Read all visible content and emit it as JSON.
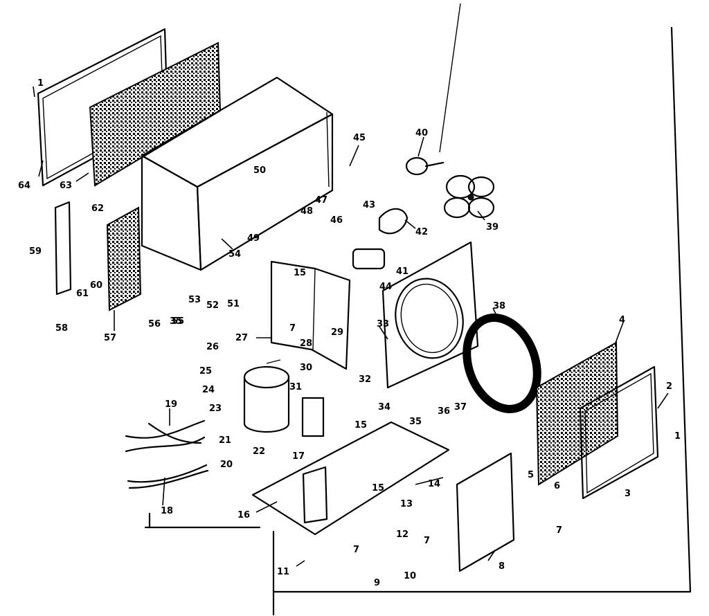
{
  "diagram": {
    "part_numbers": [
      "1",
      "2",
      "3",
      "4",
      "5",
      "6",
      "7",
      "8",
      "9",
      "10",
      "11",
      "12",
      "13",
      "14",
      "15",
      "16",
      "17",
      "18",
      "19",
      "20",
      "21",
      "22",
      "23",
      "24",
      "25",
      "26",
      "27",
      "28",
      "29",
      "30",
      "31",
      "32",
      "33",
      "34",
      "35",
      "36",
      "37",
      "38",
      "39",
      "40",
      "41",
      "42",
      "43",
      "44",
      "45",
      "46",
      "47",
      "48",
      "49",
      "50",
      "51",
      "52",
      "53",
      "54",
      "55",
      "56",
      "57",
      "58",
      "59",
      "60",
      "61",
      "62",
      "63",
      "64"
    ]
  }
}
